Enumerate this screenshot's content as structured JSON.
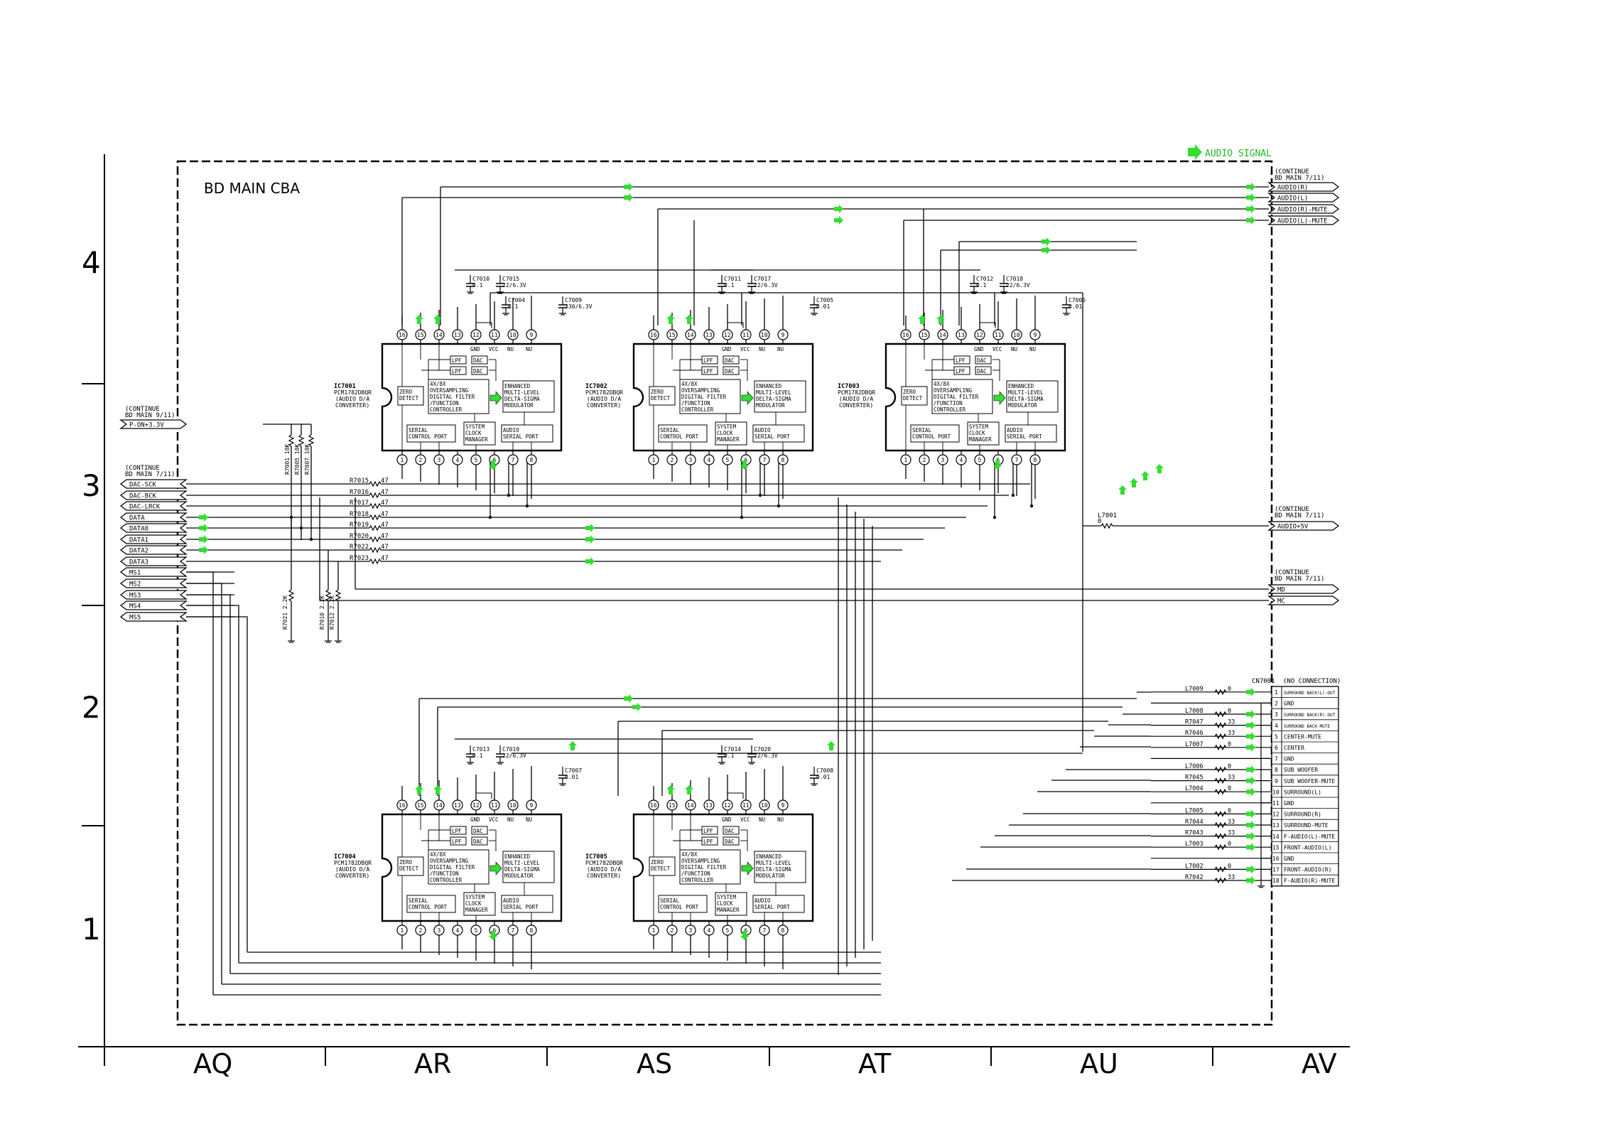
{
  "title": "BD MAIN CBA",
  "legend": {
    "label": "AUDIO SIGNAL",
    "color": "#33dd33"
  },
  "rows": [
    "4",
    "3",
    "2",
    "1"
  ],
  "columns": [
    "AQ",
    "AR",
    "AS",
    "AT",
    "AU",
    "AV"
  ],
  "continue_blocks": {
    "top_right": [
      "(CONTINUE",
      "BD MAIN 7/11)"
    ],
    "left_power": [
      "(CONTINUE",
      "BD MAIN 9/11)"
    ],
    "left_bus": [
      "(CONTINUE",
      "BD MAIN 7/11)"
    ],
    "right_audio5v": [
      "(CONTINUE",
      "BD MAIN 7/11)"
    ],
    "right_mdmc": [
      "(CONTINUE",
      "BD MAIN 7/11)"
    ]
  },
  "right_top_ports": [
    "AUDIO(R)",
    "AUDIO(L)",
    "AUDIO(R)-MUTE",
    "AUDIO(L)-MUTE"
  ],
  "left_power_port": "P-ON+3.3V",
  "left_ports": [
    "DAC-SCK",
    "DAC-BCK",
    "DAC-LRCK",
    "DATA",
    "DATA0",
    "DATA1",
    "DATA2",
    "DATA3",
    "MS1",
    "MS2",
    "MS3",
    "MS4",
    "MS5"
  ],
  "series_resistors": [
    {
      "ref": "R7015",
      "val": "47"
    },
    {
      "ref": "R7016",
      "val": "47"
    },
    {
      "ref": "R7017",
      "val": "47"
    },
    {
      "ref": "R7018",
      "val": "47"
    },
    {
      "ref": "R7019",
      "val": "47"
    },
    {
      "ref": "R7020",
      "val": "47"
    },
    {
      "ref": "R7022",
      "val": "47"
    },
    {
      "ref": "R7023",
      "val": "47"
    }
  ],
  "pullups": [
    "R7001 10K",
    "R7005 10K",
    "R7007 10K"
  ],
  "pulldowns": [
    "R7021 2.2K",
    "R7010 2.2K",
    "R7012 2.2K"
  ],
  "right_audio5v_port": "AUDIO+5V",
  "l7001": {
    "ref": "L7001",
    "val": "0"
  },
  "right_mdmc_ports": [
    "MD",
    "MC"
  ],
  "ic_common": {
    "part": "PCM1782DBQR",
    "desc": [
      "(AUDIO D/A",
      "CONVERTER)"
    ],
    "top_pins": [
      "16",
      "15",
      "14",
      "13",
      "12",
      "11",
      "10",
      "9"
    ],
    "top_pin_names": [
      "GND",
      "VCC",
      "NU",
      "NU"
    ],
    "bottom_pins": [
      "1",
      "2",
      "3",
      "4",
      "5",
      "6",
      "7",
      "8"
    ],
    "blocks": {
      "zero": [
        "ZERO",
        "DETECT"
      ],
      "filter": [
        "4X/8X",
        "OVERSAMPLING",
        "DIGITAL FILTER",
        "/FUNCTION",
        "CONTROLLER"
      ],
      "mod": [
        "ENHANCED",
        "MULTI-LEVEL",
        "DELTA-SIGMA",
        "MODULATOR"
      ],
      "serial": [
        "SERIAL",
        "CONTROL PORT"
      ],
      "clock": [
        "SYSTEM",
        "CLOCK",
        "MANAGER"
      ],
      "audio": [
        "AUDIO",
        "SERIAL PORT"
      ],
      "lpf": "LPF",
      "dac": "DAC"
    }
  },
  "ics": [
    {
      "ref": "IC7001",
      "caps": [
        [
          "C7010",
          "0.1"
        ],
        [
          "C7015",
          "22/6.3V"
        ],
        [
          "C7004",
          "0.1"
        ],
        [
          "C7009",
          "330/6.3V"
        ]
      ]
    },
    {
      "ref": "IC7002",
      "caps": [
        [
          "C7011",
          "0.1"
        ],
        [
          "C7017",
          "22/6.3V"
        ],
        [
          "C7005",
          "0.01"
        ]
      ]
    },
    {
      "ref": "IC7003",
      "caps": [
        [
          "C7012",
          "0.1"
        ],
        [
          "C7018",
          "22/6.3V"
        ],
        [
          "C7006",
          "0.01"
        ]
      ]
    },
    {
      "ref": "IC7004",
      "caps": [
        [
          "C7013",
          "0.1"
        ],
        [
          "C7019",
          "22/6.3V"
        ],
        [
          "C7007",
          "0.01"
        ]
      ]
    },
    {
      "ref": "IC7005",
      "caps": [
        [
          "C7014",
          "0.1"
        ],
        [
          "C7020",
          "22/6.3V"
        ],
        [
          "C7008",
          "0.01"
        ]
      ]
    }
  ],
  "connector": {
    "ref": "CN7001",
    "note": "(NO CONNECTION)",
    "pins": [
      {
        "n": "1",
        "label": "SURROUND BACK(L)-OUT",
        "part": "L7009",
        "val": "0"
      },
      {
        "n": "2",
        "label": "GND",
        "part": "",
        "val": ""
      },
      {
        "n": "3",
        "label": "SURROUND BACK(R)-OUT",
        "part": "L7008",
        "val": "0"
      },
      {
        "n": "4",
        "label": "SURROUND BACK-MUTE",
        "part": "R7047",
        "val": "33"
      },
      {
        "n": "5",
        "label": "CENTER-MUTE",
        "part": "R7046",
        "val": "33"
      },
      {
        "n": "6",
        "label": "CENTER",
        "part": "L7007",
        "val": "0"
      },
      {
        "n": "7",
        "label": "GND",
        "part": "",
        "val": ""
      },
      {
        "n": "8",
        "label": "SUB WOOFER",
        "part": "L7006",
        "val": "0"
      },
      {
        "n": "9",
        "label": "SUB WOOFER-MUTE",
        "part": "R7045",
        "val": "33"
      },
      {
        "n": "10",
        "label": "SURROUND(L)",
        "part": "L7004",
        "val": "0"
      },
      {
        "n": "11",
        "label": "GND",
        "part": "",
        "val": ""
      },
      {
        "n": "12",
        "label": "SURROUND(R)",
        "part": "L7005",
        "val": "0"
      },
      {
        "n": "13",
        "label": "SURROUND-MUTE",
        "part": "R7044",
        "val": "33"
      },
      {
        "n": "14",
        "label": "F-AUDIO(L)-MUTE",
        "part": "R7043",
        "val": "33"
      },
      {
        "n": "15",
        "label": "FRONT-AUDIO(L)",
        "part": "L7003",
        "val": "0"
      },
      {
        "n": "16",
        "label": "GND",
        "part": "",
        "val": ""
      },
      {
        "n": "17",
        "label": "FRONT-AUDIO(R)",
        "part": "L7002",
        "val": "0"
      },
      {
        "n": "18",
        "label": "F-AUDIO(R)-MUTE",
        "part": "R7042",
        "val": "33"
      }
    ]
  }
}
